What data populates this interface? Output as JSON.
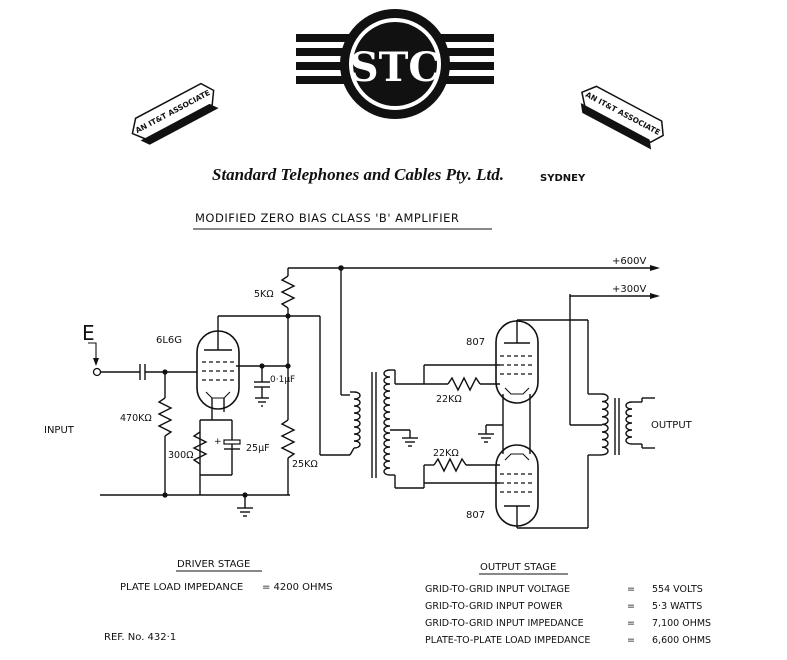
{
  "logo": {
    "text": "STC",
    "badge_left": "AN IT&T ASSOCIATE",
    "badge_right": "AN IT&T ASSOCIATE"
  },
  "company": {
    "name": "Standard Telephones and Cables Pty. Ltd.",
    "city": "SYDNEY"
  },
  "title": "MODIFIED ZERO BIAS CLASS 'B' AMPLIFIER",
  "schematic": {
    "input_marker": "E",
    "input_label": "INPUT",
    "output_label": "OUTPUT",
    "rail_high": "+600V",
    "rail_low": "+300V",
    "driver_tube": "6L6G",
    "output_tube_top": "807",
    "output_tube_bottom": "807",
    "r_plate": "5KΩ",
    "r_grid": "470KΩ",
    "r_cathode": "300Ω",
    "c_cathode": "25µF",
    "c_screen": "0·1µF",
    "r_screen": "25KΩ",
    "r_grid_top": "22KΩ",
    "r_grid_bottom": "22KΩ"
  },
  "driver_stage": {
    "heading": "DRIVER STAGE",
    "line_label": "PLATE LOAD IMPEDANCE",
    "line_value": "= 4200 OHMS"
  },
  "output_stage": {
    "heading": "OUTPUT STAGE",
    "rows": [
      {
        "label": "GRID-TO-GRID INPUT VOLTAGE",
        "eq": "=",
        "value": "554 VOLTS"
      },
      {
        "label": "GRID-TO-GRID INPUT POWER",
        "eq": "=",
        "value": "5·3 WATTS"
      },
      {
        "label": "GRID-TO-GRID INPUT IMPEDANCE",
        "eq": "=",
        "value": "7,100 OHMS"
      },
      {
        "label": "PLATE-TO-PLATE LOAD IMPEDANCE",
        "eq": "=",
        "value": "6,600 OHMS"
      }
    ]
  },
  "ref": "REF. No. 432·1"
}
